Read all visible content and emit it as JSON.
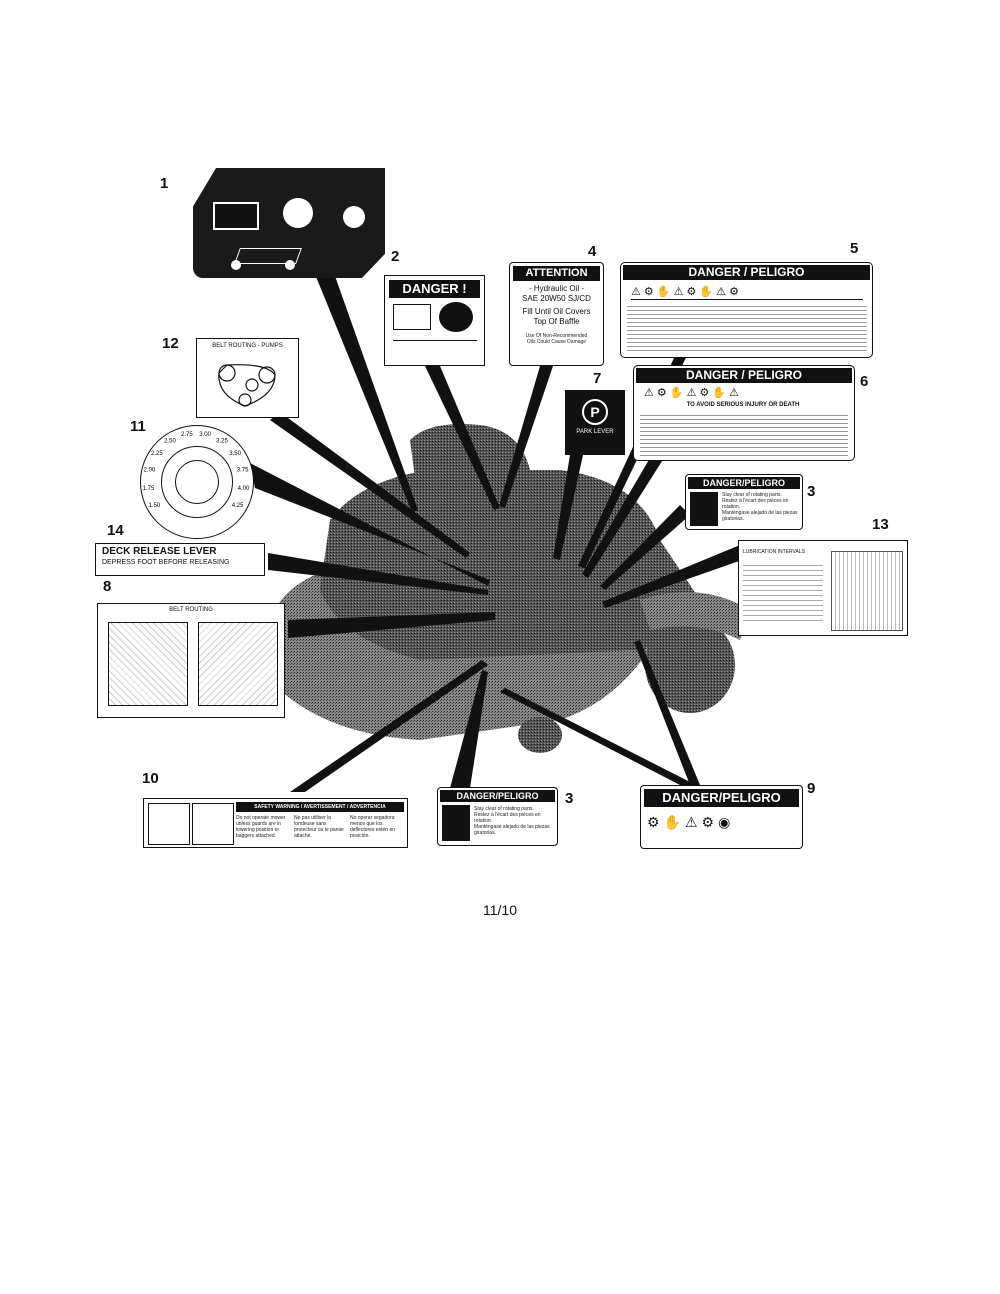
{
  "callouts": [
    {
      "id": "1"
    },
    {
      "id": "2"
    },
    {
      "id": "3"
    },
    {
      "id": "3"
    },
    {
      "id": "4"
    },
    {
      "id": "5"
    },
    {
      "id": "6"
    },
    {
      "id": "7"
    },
    {
      "id": "8"
    },
    {
      "id": "9"
    },
    {
      "id": "10"
    },
    {
      "id": "11"
    },
    {
      "id": "12"
    },
    {
      "id": "13"
    },
    {
      "id": "14"
    }
  ],
  "labels": {
    "l1": {
      "number": "1"
    },
    "l2": {
      "number": "2",
      "banner": "DANGER !"
    },
    "l3a": {
      "number": "3",
      "banner": "DANGER/PELIGRO",
      "line1": "Stay clear of rotating parts.",
      "line2": "Restez à l'écart des pièces en rotation.",
      "line3": "Manténgase alejado de las piezas giratorias."
    },
    "l3b": {
      "number": "3",
      "banner": "DANGER/PELIGRO",
      "line1": "Stay clear of rotating parts.",
      "line2": "Restez à l'écart des pièces en rotation.",
      "line3": "Manténgase alejado de las piezas giratorias."
    },
    "l4": {
      "number": "4",
      "banner": "ATTENTION",
      "line1": "- Hydraulic Oil -",
      "line2": "SAE 20W50 SJ/CD",
      "line3": "Fill Until Oil Covers",
      "line4": "Top Of Baffle",
      "line5": "Use Of Non-Recommended",
      "line6": "Oils Could Cause Damage"
    },
    "l5": {
      "number": "5",
      "banner": "DANGER / PELIGRO"
    },
    "l6": {
      "number": "6",
      "banner": "DANGER / PELIGRO",
      "sub": "TO AVOID SERIOUS INJURY OR DEATH"
    },
    "l7": {
      "number": "7",
      "symbol": "P",
      "sub": "PARK LEVER"
    },
    "l8": {
      "number": "8",
      "title": "BELT ROUTING"
    },
    "l9": {
      "number": "9",
      "banner": "DANGER/PELIGRO"
    },
    "l10": {
      "number": "10",
      "banner": "SAFETY WARNING / AVERTISSEMENT / ADVERTENCIA",
      "col1": "Do not operate mower unless guards are in lowering position or baggers attached.",
      "col2": "Ne pas utiliser la tondeuse sans protecteur ou le panier attaché.",
      "col3": "No operar segadora menos que los deflectores estén en posición."
    },
    "l11": {
      "number": "11",
      "ticks": [
        "1.50",
        "1.75",
        "2.00",
        "2.25",
        "2.50",
        "2.75",
        "3.00",
        "3.25",
        "3.50",
        "3.75",
        "4.00",
        "4.25"
      ]
    },
    "l12": {
      "number": "12",
      "title": "BELT ROUTING - PUMPS"
    },
    "l13": {
      "number": "13",
      "title": "LUBRICATION INTERVALS"
    },
    "l14": {
      "number": "14",
      "title": "DECK RELEASE LEVER",
      "sub": "DEPRESS FOOT BEFORE RELEASING"
    }
  },
  "page_number": "11/10"
}
